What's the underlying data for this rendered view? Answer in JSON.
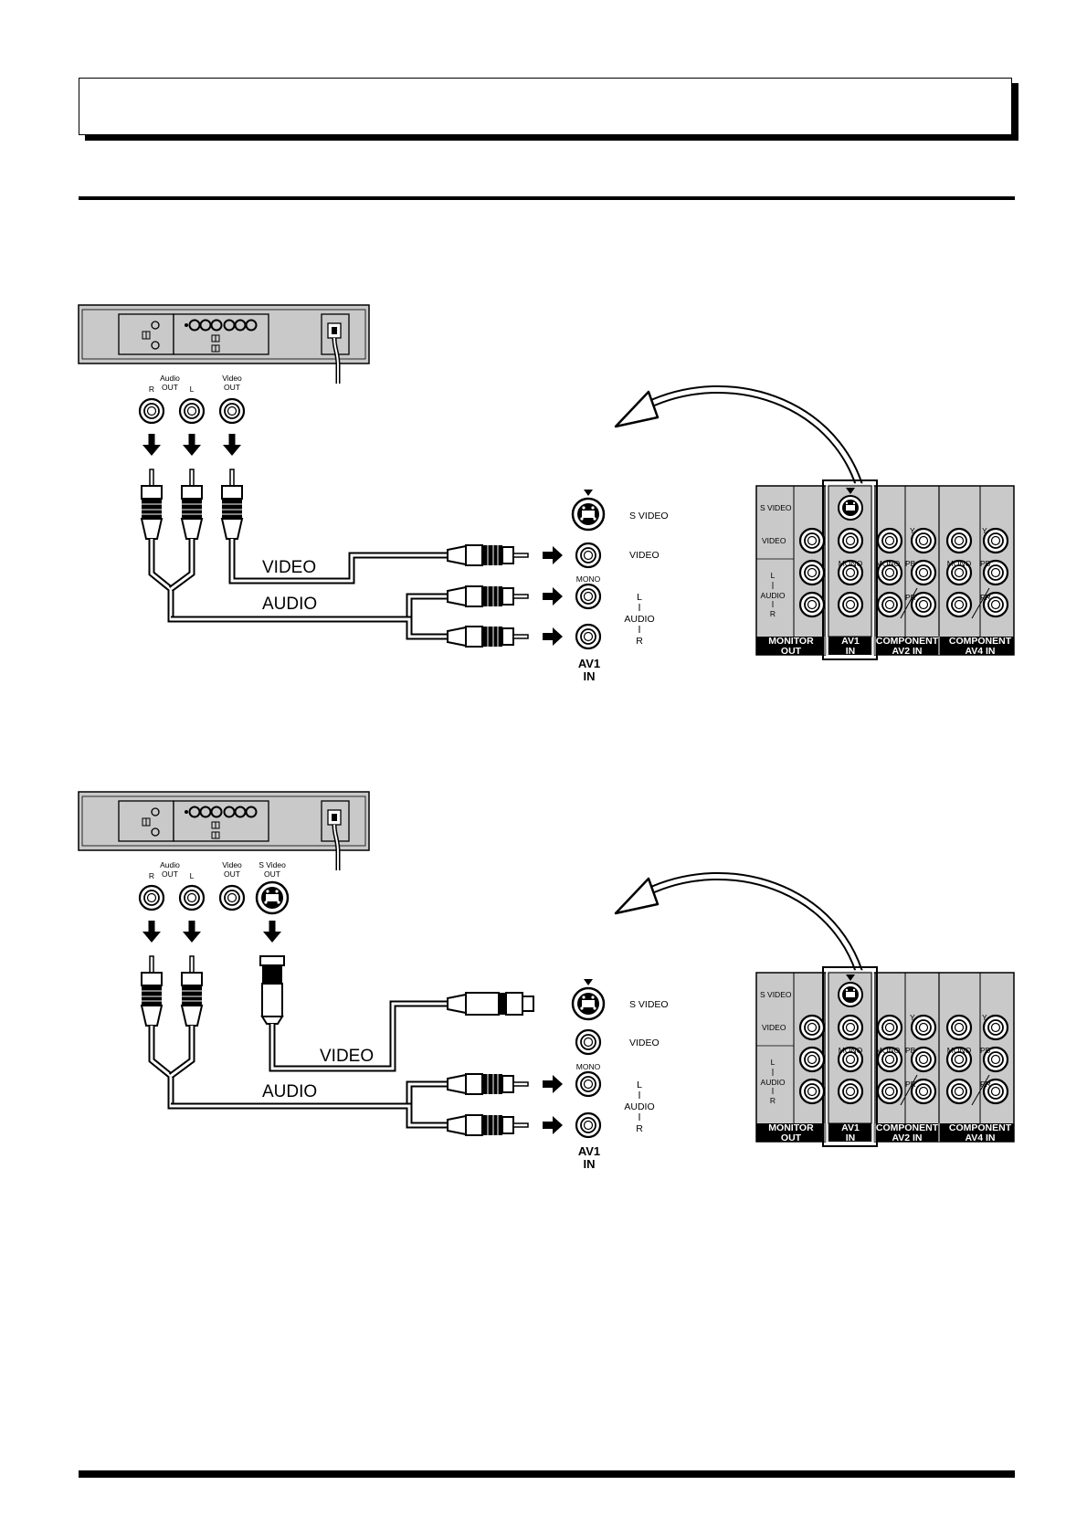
{
  "diagram_composite": {
    "vcr_out_labels": {
      "audio": "Audio",
      "out": "OUT",
      "r": "R",
      "l": "L",
      "video": "Video",
      "svideo": "S Video"
    },
    "cable_labels": {
      "video": "VIDEO",
      "audio": "AUDIO"
    },
    "av1_panel": {
      "svideo": "S VIDEO",
      "video": "VIDEO",
      "mono": "MONO",
      "l": "L",
      "audio": "AUDIO",
      "r": "R",
      "av1": "AV1",
      "in": "IN"
    },
    "tv_panel": {
      "svideo": "S VIDEO",
      "video": "VIDEO",
      "l": "L",
      "audio": "AUDIO",
      "r": "R",
      "mono": "MONO",
      "y": "Y",
      "pb": "PB",
      "pr": "PR",
      "monitor": "MONITOR",
      "out": "OUT",
      "av1": "AV1",
      "in": "IN",
      "component": "COMPONENT",
      "av2_in": "AV2 IN",
      "av4_in": "AV4 IN"
    }
  },
  "colors": {
    "panel_gray": "#c9c9c9",
    "dark_gray": "#8c8c8c",
    "ink": "#000000"
  }
}
